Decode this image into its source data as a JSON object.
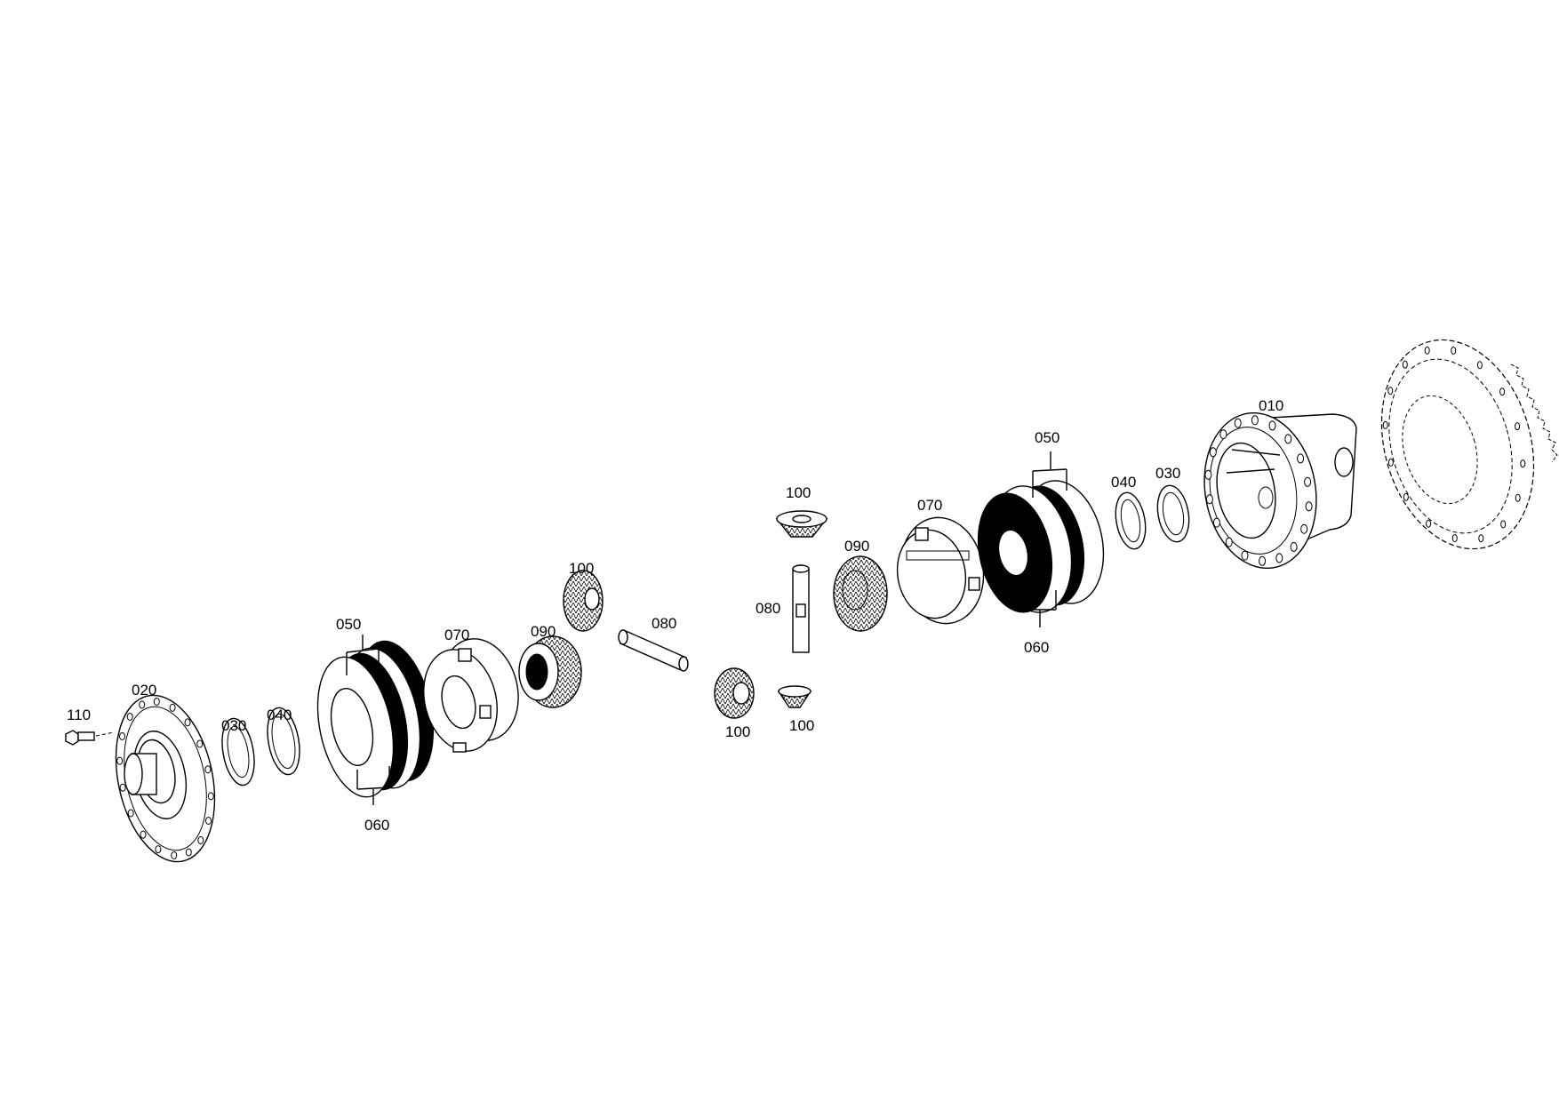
{
  "parts": {
    "p010": "010",
    "p020": "020",
    "p030_left": "030",
    "p030_right": "030",
    "p040_left": "040",
    "p040_right": "040",
    "p050_left": "050",
    "p050_right": "050",
    "p060_left": "060",
    "p060_right": "060",
    "p070_left": "070",
    "p070_right": "070",
    "p080_left": "080",
    "p080_right": "080",
    "p090_left": "090",
    "p090_right": "090",
    "p100_a": "100",
    "p100_b": "100",
    "p100_c": "100",
    "p100_d": "100",
    "p110": "110"
  }
}
